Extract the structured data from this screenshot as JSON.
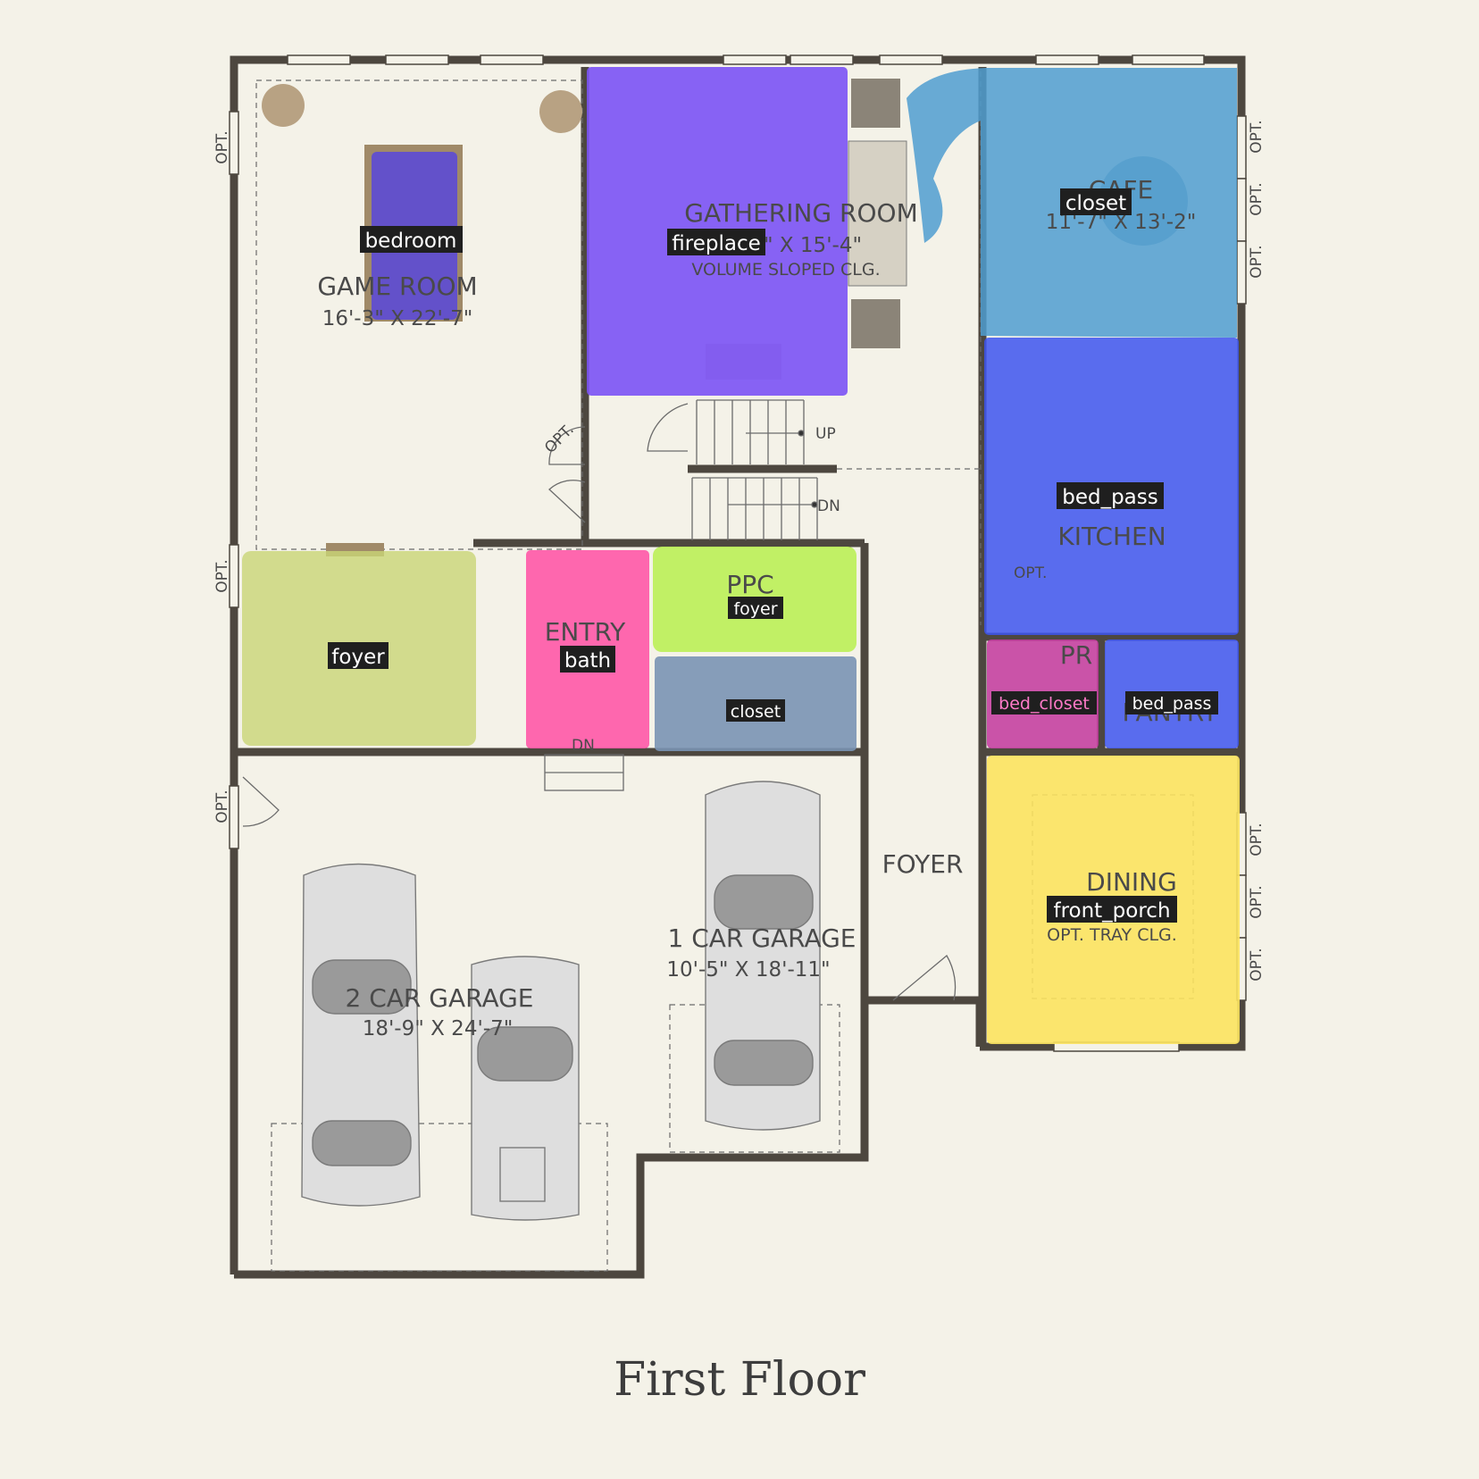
{
  "title": "First Floor",
  "rooms": {
    "game_room": {
      "name": "GAME ROOM",
      "dims": "16'-3\" X 22'-7\""
    },
    "gathering_room": {
      "name": "GATHERING ROOM",
      "dims": "\" X 15'-4\"",
      "note": "VOLUME SLOPED CLG."
    },
    "cafe": {
      "name": "CAFE",
      "dims": "11'-7\" X 13'-2\""
    },
    "kitchen": {
      "name": "KITCHEN"
    },
    "ppc": {
      "name": "PPC"
    },
    "entry": {
      "name": "ENTRY"
    },
    "pr": {
      "name": "PR"
    },
    "pantry": {
      "name": "PANTRY"
    },
    "foyer": {
      "name": "FOYER"
    },
    "dining": {
      "name": "DINING",
      "note": "OPT. TRAY CLG."
    },
    "garage_one": {
      "name": "1 CAR GARAGE",
      "dims": "10'-5\" X 18'-11\""
    },
    "garage_two": {
      "name": "2 CAR GARAGE",
      "dims": "18'-9\" X 24'-7\""
    }
  },
  "stair_labels": {
    "up": "UP",
    "down": "DN",
    "entry_down": "DN"
  },
  "opt_label": "OPT.",
  "segments": [
    {
      "label": "bedroom",
      "color": "#4b3cf0"
    },
    {
      "label": "fireplace",
      "color": "#7b52f5"
    },
    {
      "label": "closet",
      "color": "#4f9ed0"
    },
    {
      "label": "bed_pass",
      "color": "#3d55ee"
    },
    {
      "label": "foyer",
      "color": "#c9d476"
    },
    {
      "label": "bath",
      "color": "#ff4fa3"
    },
    {
      "label": "foyer",
      "color": "#b7f04d"
    },
    {
      "label": "closet",
      "color": "#7a93b4"
    },
    {
      "label": "bed_closet",
      "color": "#c2379c"
    },
    {
      "label": "bed_pass",
      "color": "#3d55ee"
    },
    {
      "label": "front_porch",
      "color": "#fce35f"
    }
  ]
}
